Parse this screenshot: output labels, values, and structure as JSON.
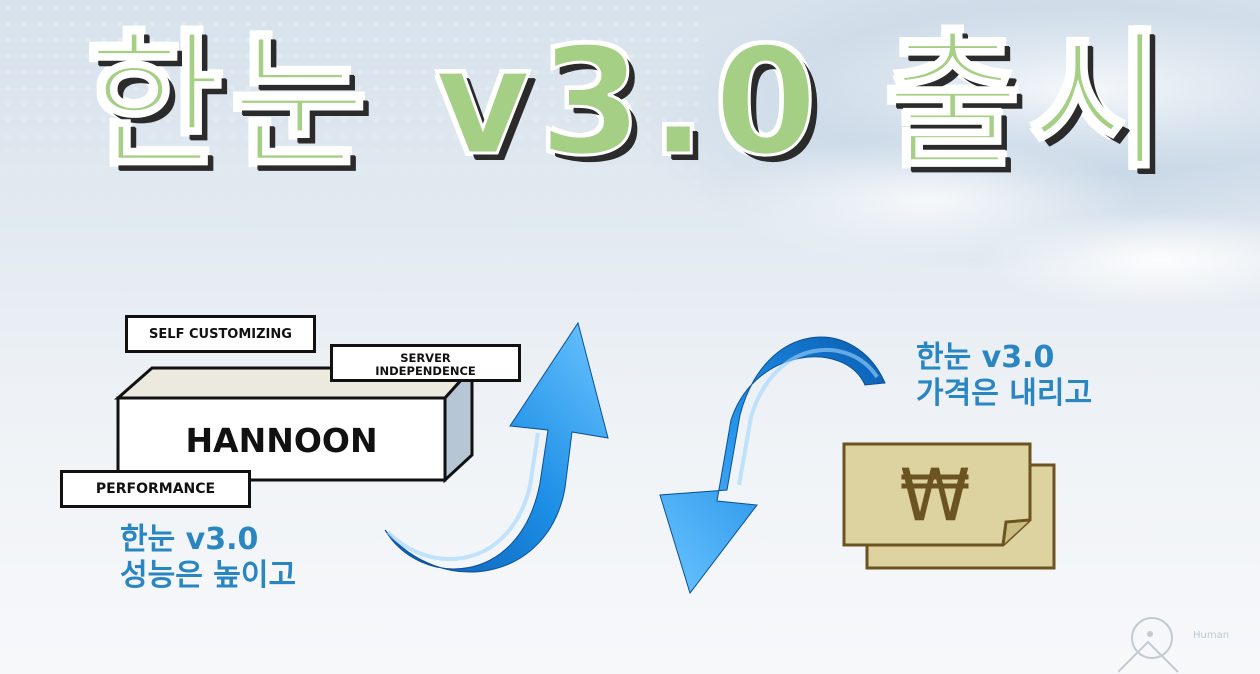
{
  "title": "한눈 v3.0 출시",
  "product": {
    "name": "HANNOON",
    "tags": {
      "self_customizing": "SELF CUSTOMIZING",
      "server_line1": "SERVER",
      "server_line2": "INDEPENDENCE",
      "performance": "PERFORMANCE"
    }
  },
  "left_caption": {
    "line1": "한눈 v3.0",
    "line2": "성능은 높이고"
  },
  "right_caption": {
    "line1": "한눈 v3.0",
    "line2": "가격은 내리고"
  },
  "money_symbol": "₩",
  "logo_text": "Human",
  "colors": {
    "title_green": "#a6cf86",
    "caption_blue": "#2a86c2",
    "arrow_blue": "#1d8fe6",
    "money_fill": "#ddd3a0",
    "money_stroke": "#6b5322"
  },
  "icons": [
    "up-arrow-icon",
    "down-arrow-icon",
    "won-bill-icon",
    "logo-icon"
  ]
}
